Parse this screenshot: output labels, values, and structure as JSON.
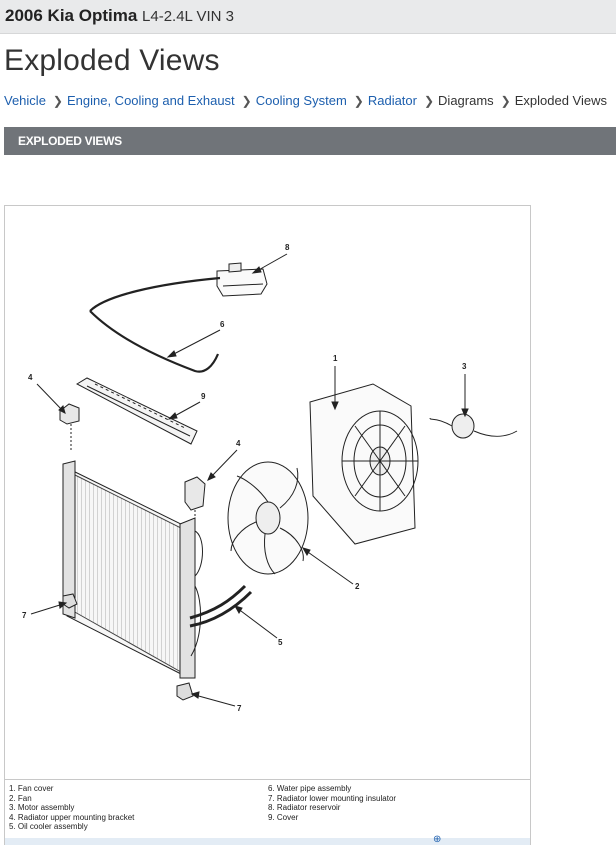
{
  "header": {
    "vehicle": "2006 Kia Optima",
    "engine": "L4-2.4L VIN 3"
  },
  "page": {
    "title": "Exploded Views"
  },
  "breadcrumb": {
    "items": [
      "Vehicle",
      "Engine, Cooling and Exhaust",
      "Cooling System",
      "Radiator",
      "Diagrams",
      "Exploded Views"
    ]
  },
  "section": {
    "title": "EXPLODED VIEWS"
  },
  "figure": {
    "callouts": [
      "1",
      "2",
      "3",
      "4",
      "4",
      "5",
      "6",
      "7",
      "7",
      "8",
      "9"
    ],
    "legend_left": [
      "1. Fan cover",
      "2. Fan",
      "3. Motor assembly",
      "4. Radiator upper mounting bracket",
      "5. Oil cooler assembly"
    ],
    "legend_right": [
      "6. Water pipe assembly",
      "7. Radiator lower mounting insulator",
      "8. Radiator reservoir",
      "9. Cover"
    ],
    "zoom_icon": "zoom-in-icon"
  }
}
